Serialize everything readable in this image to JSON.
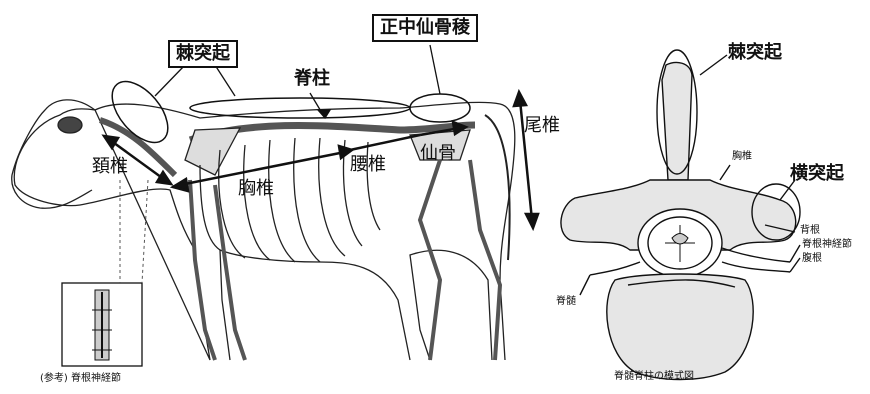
{
  "labels": {
    "spinous_process_box": "棘突起",
    "median_sacral_crest_box": "正中仙骨稜",
    "spine": "脊柱",
    "cervical": "頚椎",
    "thoracic": "胸椎",
    "lumbar": "腰椎",
    "sacrum": "仙骨",
    "caudal": "尾椎",
    "reference_caption": "(参考) 脊根神経節"
  },
  "vertebra_diagram": {
    "spinous_process": "棘突起",
    "transverse_process": "横突起",
    "vertebral_arch": "胸椎",
    "dorsal_root": "背根",
    "dorsal_root_ganglion": "脊根神経節",
    "ventral_root": "腹根",
    "spinal_cord": "脊髄",
    "caption": "脊髄脊柱の模式図"
  },
  "colors": {
    "ink": "#111111",
    "bone_fill": "#e6e6e6",
    "paper": "#ffffff"
  }
}
